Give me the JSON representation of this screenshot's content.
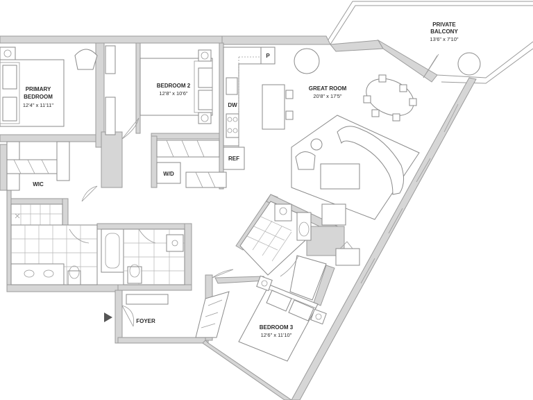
{
  "rooms": {
    "primary_bedroom": {
      "name_line1": "PRIMARY",
      "name_line2": "BEDROOM",
      "dims": "12'4\" x 11'11\""
    },
    "bedroom2": {
      "name": "BEDROOM 2",
      "dims": "12'8\" x 10'6\""
    },
    "great_room": {
      "name": "GREAT ROOM",
      "dims": "20'8\" x 17'5\""
    },
    "balcony": {
      "name_line1": "PRIVATE",
      "name_line2": "BALCONY",
      "dims": "13'6\" x 7'10\""
    },
    "bedroom3": {
      "name": "BEDROOM 3",
      "dims": "12'6\" x 11'10\""
    },
    "wic": {
      "name": "WIC"
    },
    "foyer": {
      "name": "FOYER"
    },
    "wd": {
      "name": "W/D"
    },
    "ref": {
      "name": "REF"
    },
    "dw": {
      "name": "DW"
    },
    "pantry": {
      "name": "P"
    }
  },
  "colors": {
    "wall_fill": "#d6d6d6",
    "line": "#9a9a9a",
    "text": "#2a2a2a",
    "entry_arrow": "#555555"
  },
  "icons": {
    "entry": "entry-arrow-icon"
  }
}
